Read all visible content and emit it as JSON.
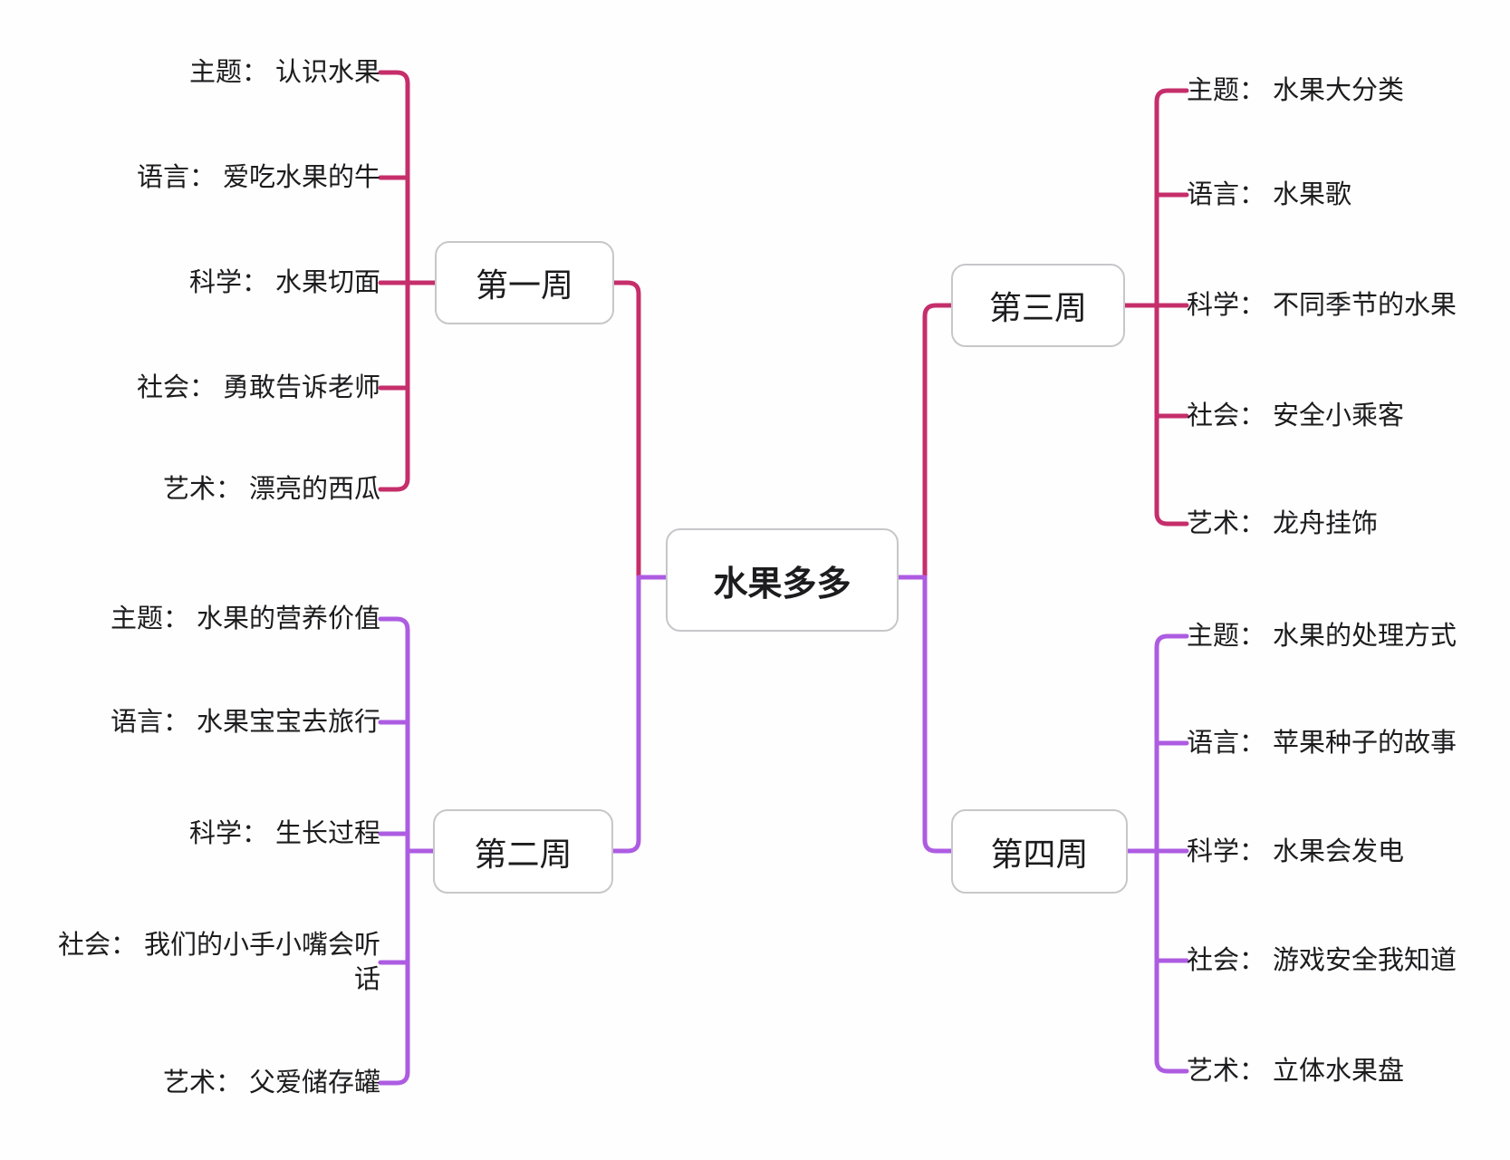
{
  "center": {
    "label": "水果多多"
  },
  "colors": {
    "crimson": "#C52E6B",
    "purple": "#AD5CE2",
    "node_border": "#C7C7CA",
    "text": "#1C1C1E"
  },
  "branches": [
    {
      "id": "week-1",
      "label": "第一周",
      "line_color": "crimson",
      "side": "left-top",
      "items": [
        "主题： 认识水果",
        "语言： 爱吃水果的牛",
        "科学： 水果切面",
        "社会： 勇敢告诉老师",
        "艺术： 漂亮的西瓜"
      ]
    },
    {
      "id": "week-2",
      "label": "第二周",
      "line_color": "purple",
      "side": "left-bottom",
      "items": [
        "主题： 水果的营养价值",
        "语言： 水果宝宝去旅行",
        "科学： 生长过程",
        "社会： 我们的小手小嘴会听话",
        "艺术： 父爱储存罐"
      ]
    },
    {
      "id": "week-3",
      "label": "第三周",
      "line_color": "crimson",
      "side": "right-top",
      "items": [
        "主题： 水果大分类",
        "语言： 水果歌",
        "科学： 不同季节的水果",
        "社会： 安全小乘客",
        "艺术： 龙舟挂饰"
      ]
    },
    {
      "id": "week-4",
      "label": "第四周",
      "line_color": "purple",
      "side": "right-bottom",
      "items": [
        "主题： 水果的处理方式",
        "语言： 苹果种子的故事",
        "科学： 水果会发电",
        "社会： 游戏安全我知道",
        "艺术： 立体水果盘"
      ]
    }
  ]
}
